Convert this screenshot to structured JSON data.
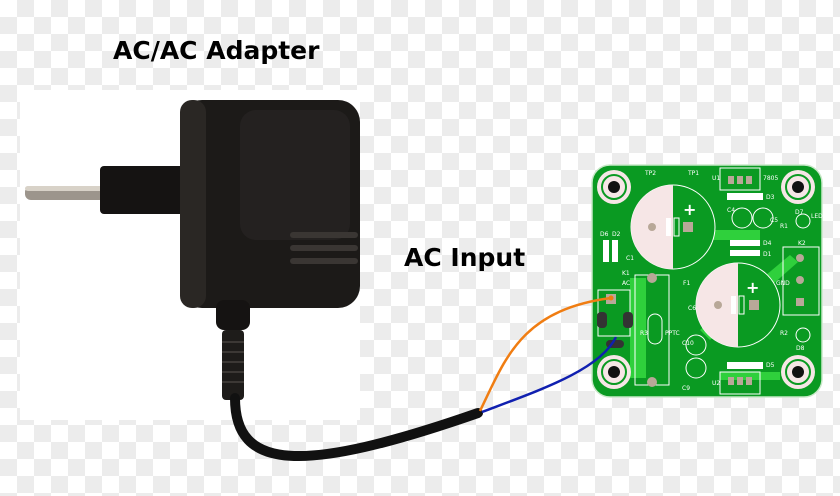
{
  "labels": {
    "adapter_title": "AC/AC Adapter",
    "ac_input": "AC Input"
  },
  "pcb": {
    "silkscreen": [
      "TP2",
      "TP1",
      "U1",
      "7805",
      "D3",
      "C4",
      "C5",
      "R1",
      "D7",
      "LED",
      "D6",
      "D2",
      "C1",
      "K1",
      "AC",
      "D4",
      "D1",
      "K2",
      "GND",
      "F1",
      "C6",
      "R3",
      "PPTC",
      "C10",
      "C9",
      "U2",
      "D5",
      "R2",
      "D8"
    ]
  },
  "colors": {
    "pcb_green": "#0a9a22",
    "pcb_trace": "#2fd03c",
    "wire_orange": "#f07d12",
    "wire_blue": "#1020b0",
    "adapter_black": "#1c1a18"
  }
}
